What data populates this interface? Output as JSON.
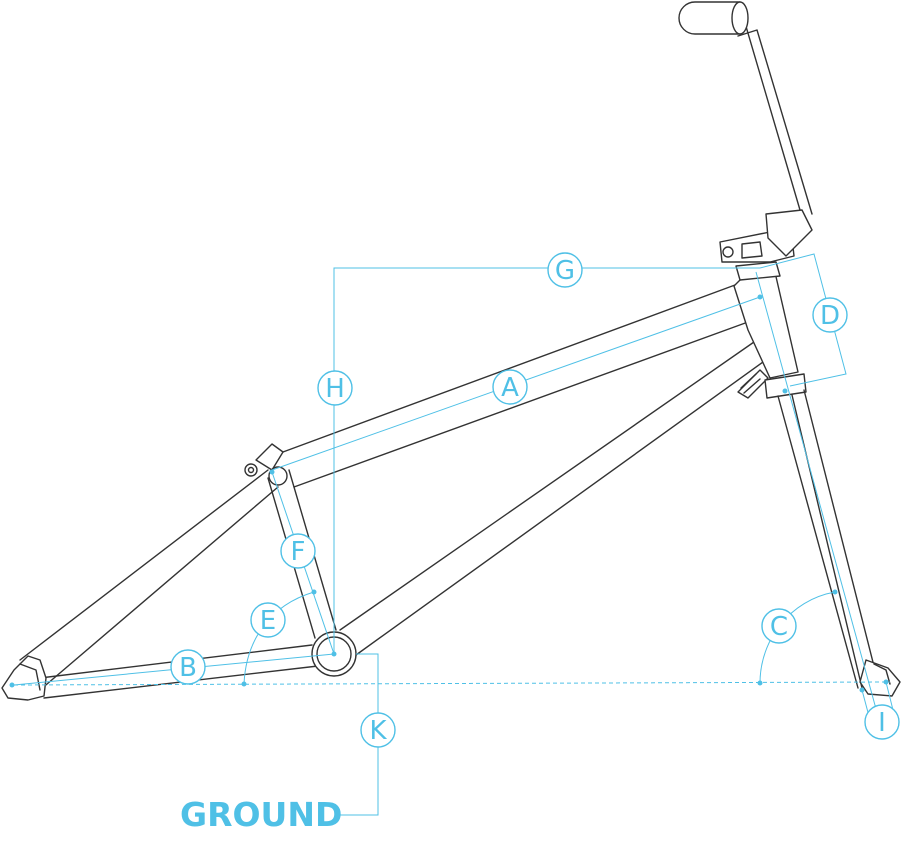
{
  "labels": {
    "A": "A",
    "B": "B",
    "C": "C",
    "D": "D",
    "E": "E",
    "F": "F",
    "G": "G",
    "H": "H",
    "I": "I",
    "K": "K"
  },
  "ground": "GROUND",
  "colors": {
    "accent": "#4fc0e6",
    "frame_line": "#333333",
    "background": "#ffffff"
  }
}
